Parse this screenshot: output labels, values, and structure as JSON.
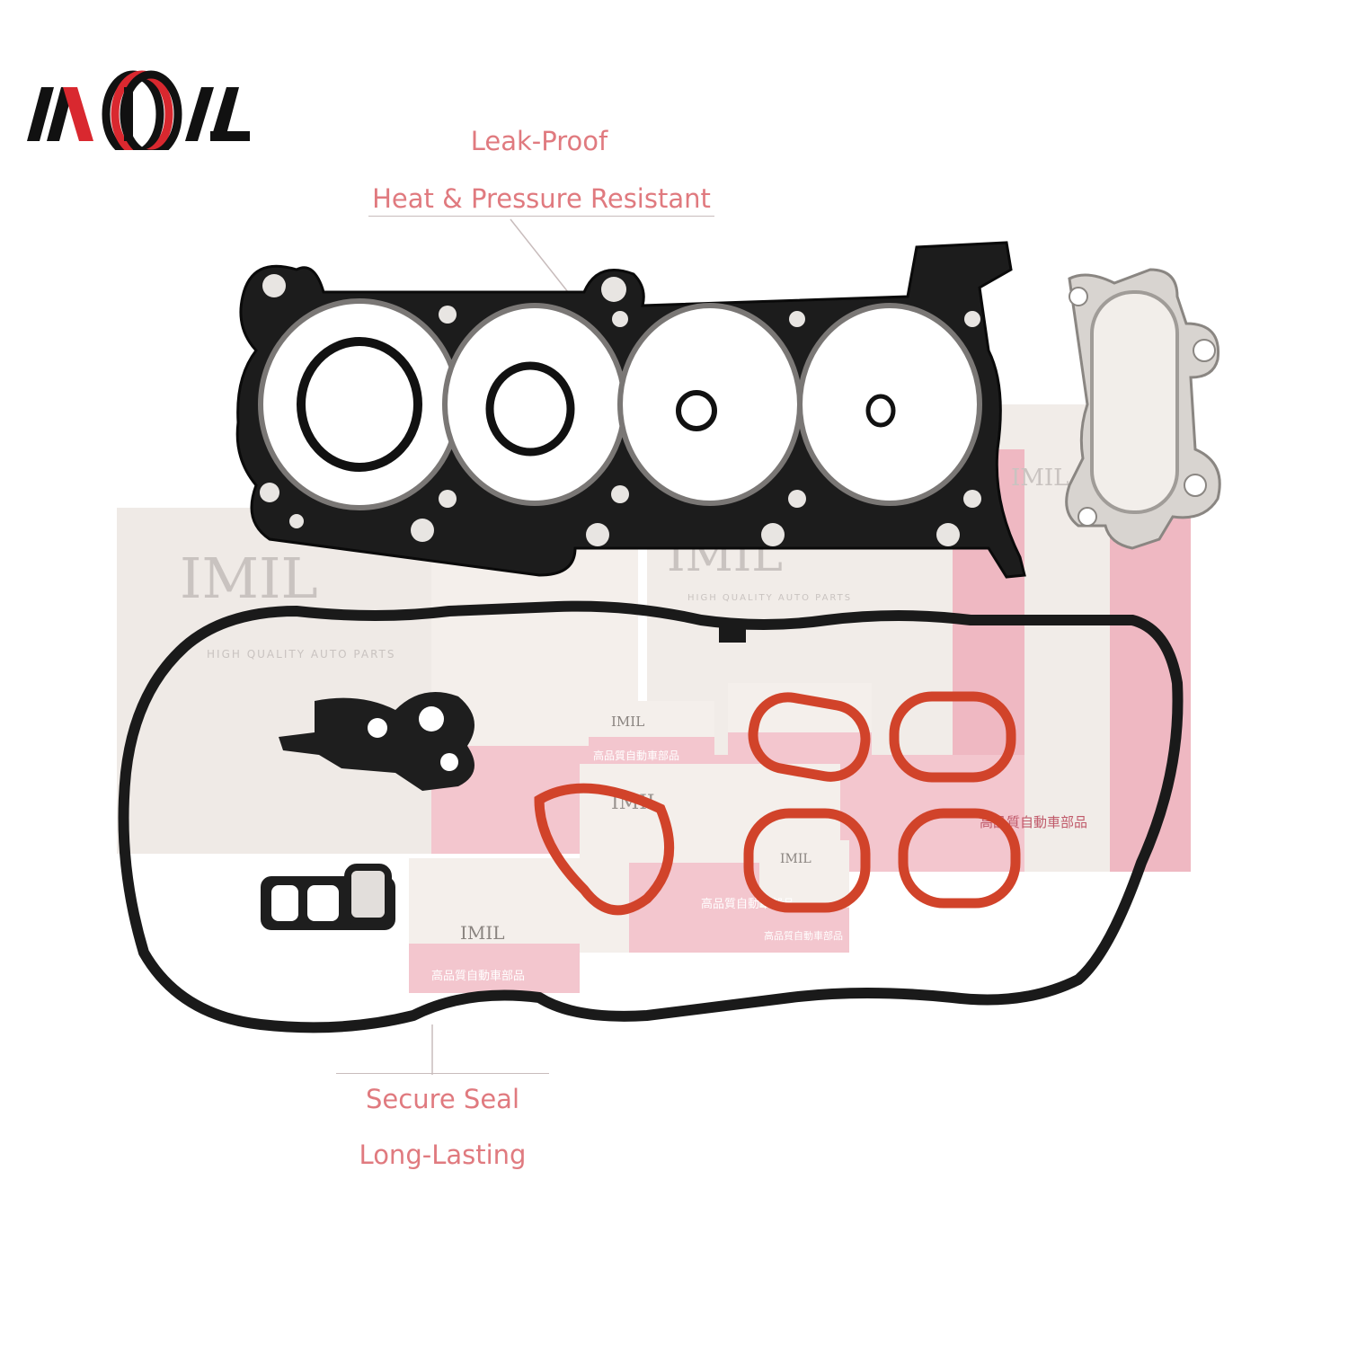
{
  "brand": {
    "logo_text": "IMIL"
  },
  "features": {
    "top": [
      "Leak-Proof",
      "Heat & Pressure Resistant"
    ],
    "bottom": [
      "Secure Seal",
      "Long-Lasting"
    ]
  },
  "packaging": {
    "brand": "IMIL",
    "tagline": "HIGH QUALITY AUTO PARTS",
    "chinese_text": "高品質自動車部品"
  },
  "colors": {
    "feature_text": "#e07a7f",
    "gasket_black": "#1c1c1c",
    "gasket_orange": "#d1432a",
    "box_pink": "#efb8c2",
    "logo_red": "#d9282f"
  }
}
